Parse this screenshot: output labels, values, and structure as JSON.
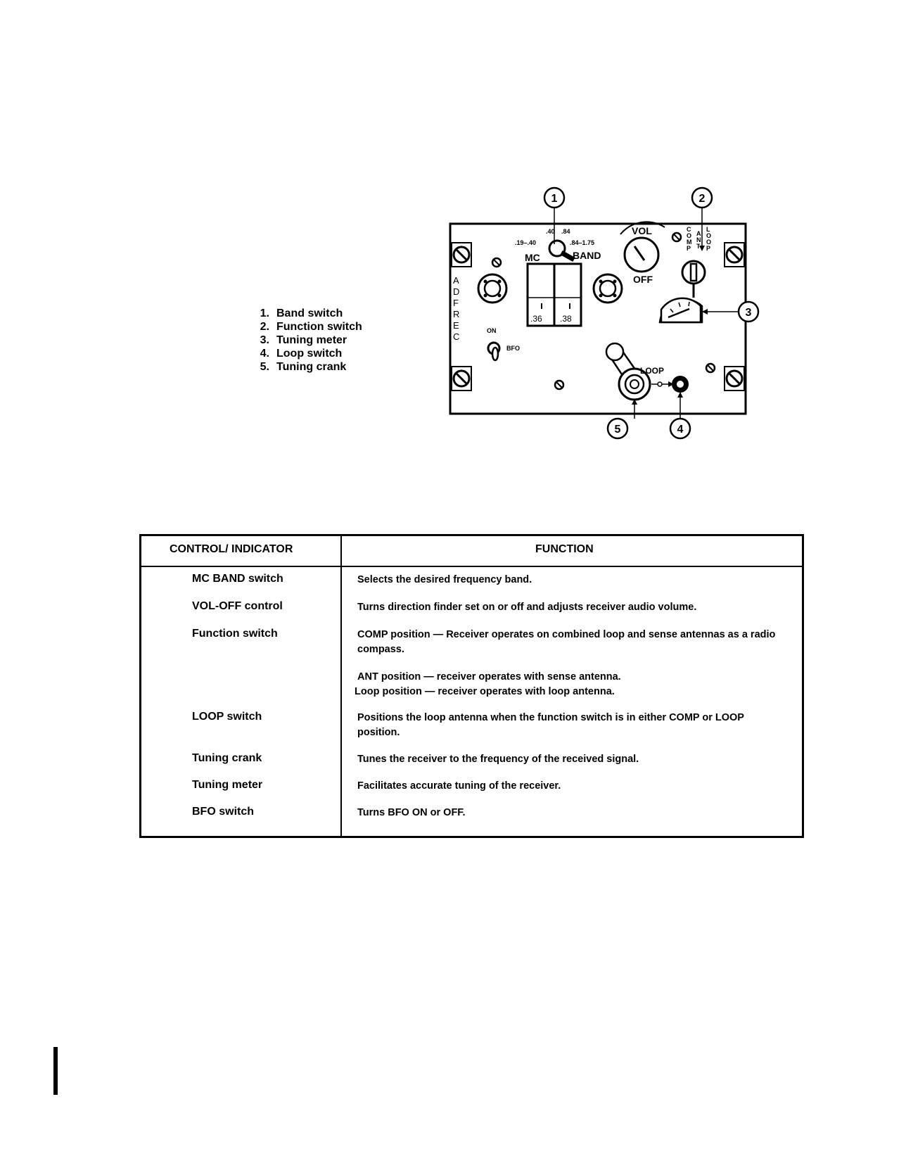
{
  "legend": {
    "items": [
      {
        "num": "1.",
        "label": "Band switch"
      },
      {
        "num": "2.",
        "label": "Function switch"
      },
      {
        "num": "3.",
        "label": "Tuning meter"
      },
      {
        "num": "4.",
        "label": "Loop switch"
      },
      {
        "num": "5.",
        "label": "Tuning crank"
      }
    ]
  },
  "panel": {
    "callouts": [
      "1",
      "2",
      "3",
      "4",
      "5"
    ],
    "band_ranges": {
      "top_left": ".40",
      "top_right": ".84",
      "left": ".19–.40",
      "right": ".84–1.75"
    },
    "mc_label": "MC",
    "band_label": "BAND",
    "vol_label": "VOL",
    "off_label": "OFF",
    "side_letters": [
      "A",
      "D",
      "F",
      "R",
      "E",
      "C"
    ],
    "function_cols": [
      [
        "C",
        "O",
        "M",
        "P"
      ],
      [
        "A",
        "N",
        "T"
      ],
      [
        "L",
        "O",
        "O",
        "P"
      ]
    ],
    "dial_left": ".36",
    "dial_right": ".38",
    "on_label": "ON",
    "bfo_label": "BFO",
    "loop_label": "LOOP"
  },
  "table": {
    "headers": {
      "control": "CONTROL/ INDICATOR",
      "function": "FUNCTION"
    },
    "rows": [
      {
        "control": "MC BAND switch",
        "function": "Selects the desired frequency band."
      },
      {
        "control": "VOL-OFF control",
        "function": "Turns direction finder set on or off and adjusts receiver audio volume."
      },
      {
        "control": "Function switch",
        "function": "COMP position — Receiver operates on combined loop and sense antennas as a radio compass."
      },
      {
        "control": "",
        "function": "ANT position — receiver operates with sense antenna."
      },
      {
        "control": "",
        "function": "Loop position — receiver operates with loop antenna."
      },
      {
        "control": "LOOP switch",
        "function": "Positions the loop antenna when the function switch is in either COMP or LOOP position."
      },
      {
        "control": "Tuning crank",
        "function": "Tunes the receiver to the frequency of the received signal."
      },
      {
        "control": "Tuning meter",
        "function": "Facilitates accurate tuning of the receiver."
      },
      {
        "control": "BFO switch",
        "function": "Turns BFO ON or OFF."
      }
    ]
  }
}
